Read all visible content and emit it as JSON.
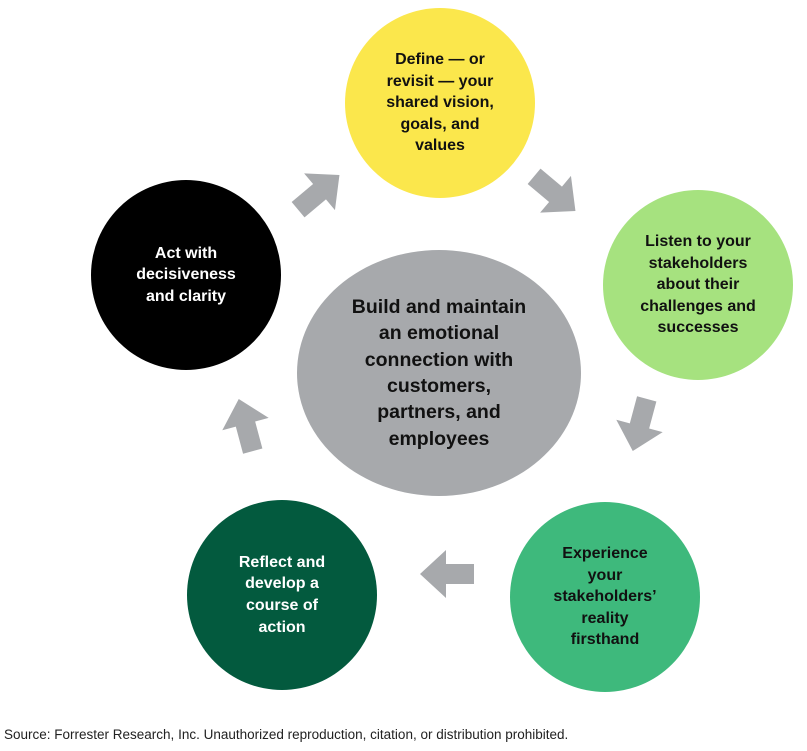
{
  "colors": {
    "center": "#a7a9ac",
    "define": "#fbe74c",
    "listen": "#a6e27f",
    "experience": "#3eb97c",
    "reflect": "#035a3e",
    "act": "#000000",
    "arrow": "#a7a9ac",
    "dark_text": "#111111",
    "light_text": "#ffffff"
  },
  "center": {
    "label": "Build and maintain\nan emotional\nconnection with\ncustomers,\npartners, and\nemployees"
  },
  "cycle": [
    {
      "id": "define",
      "label": "Define — or\nrevisit — your\nshared vision,\ngoals, and\nvalues"
    },
    {
      "id": "listen",
      "label": "Listen to your\nstakeholders\nabout their\nchallenges and\nsuccesses"
    },
    {
      "id": "experience",
      "label": "Experience\nyour\nstakeholders’\nreality\nfirsthand"
    },
    {
      "id": "reflect",
      "label": "Reflect and\ndevelop a\ncourse of\naction"
    },
    {
      "id": "act",
      "label": "Act with\ndecisiveness\nand clarity"
    }
  ],
  "source": "Source: Forrester Research, Inc. Unauthorized reproduction, citation, or distribution prohibited."
}
